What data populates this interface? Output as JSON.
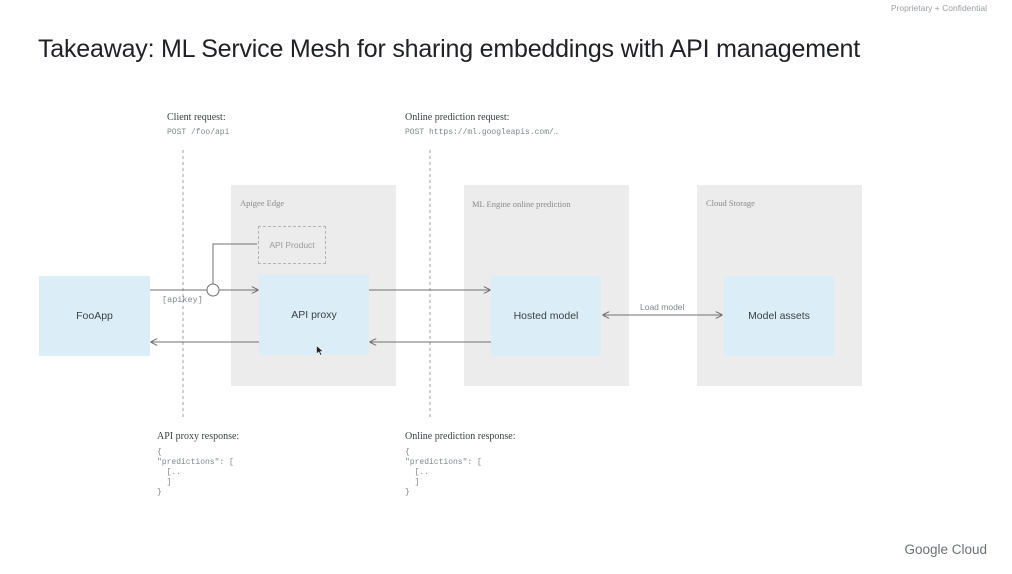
{
  "header": {
    "confidential": "Proprietary + Confidential",
    "title": "Takeaway: ML Service Mesh for sharing embeddings with API management"
  },
  "footer": {
    "brand": "Google Cloud"
  },
  "diagram": {
    "zones": {
      "apigee": "Apigee Edge",
      "ml_engine": "ML Engine online prediction",
      "storage": "Cloud Storage"
    },
    "nodes": {
      "fooapp": "FooApp",
      "api_product": "API Product",
      "api_proxy": "API proxy",
      "hosted_model": "Hosted model",
      "model_assets": "Model assets"
    },
    "labels": {
      "apikey": "[apikey]",
      "load_model": "Load model"
    },
    "annotations": {
      "client_request_title": "Client request:",
      "client_request_body": "POST /foo/api",
      "online_request_title": "Online prediction request:",
      "online_request_body": "POST https://ml.googleapis.com/…",
      "proxy_response_title": "API proxy response:",
      "proxy_response_body": "{\n\"predictions\": [\n  [..\n  ]\n}",
      "online_response_title": "Online prediction response:",
      "online_response_body": "{\n\"predictions\": [\n  [..\n  ]\n}"
    }
  }
}
